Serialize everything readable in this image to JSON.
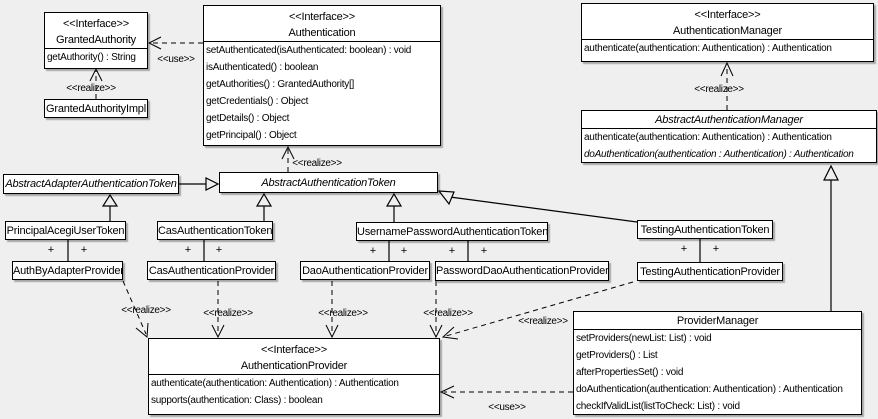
{
  "edge_labels": {
    "use": "&lt;&lt;use&gt;&gt;",
    "realize": "&lt;&lt;realize&gt;&gt;",
    "plus": "+"
  },
  "colors": {
    "background": "#efefef",
    "box_fill": "#ffffff",
    "box_border": "#000000",
    "text": "#000000"
  },
  "classes": {
    "granted_authority": {
      "stereotype": "<<Interface>>",
      "name": "GrantedAuthority",
      "methods": [
        "getAuthority() : String"
      ]
    },
    "granted_authority_impl": {
      "name": "GrantedAuthorityImpl"
    },
    "authentication": {
      "stereotype": "<<Interface>>",
      "name": "Authentication",
      "methods": [
        "setAuthenticated(isAuthenticated: boolean) : void",
        "isAuthenticated() : boolean",
        "getAuthorities() : GrantedAuthority[]",
        "getCredentials() : Object",
        "getDetails() : Object",
        "getPrincipal() : Object"
      ]
    },
    "authentication_manager": {
      "stereotype": "<<Interface>>",
      "name": "AuthenticationManager",
      "methods": [
        "authenticate(authentication: Authentication) : Authentication"
      ]
    },
    "abstract_authentication_manager": {
      "name": "AbstractAuthenticationManager",
      "methods": [
        "authenticate(authentication: Authentication) : Authentication",
        "doAuthentication(authentication : Authentication) : Authentication"
      ]
    },
    "abstract_adapter_authentication_token": {
      "name": "AbstractAdapterAuthenticationToken"
    },
    "abstract_authentication_token": {
      "name": "AbstractAuthenticationToken"
    },
    "principal_acegi_user_token": {
      "name": "PrincipalAcegiUserToken"
    },
    "cas_authentication_token": {
      "name": "CasAuthenticationToken"
    },
    "username_password_authentication_token": {
      "name": "UsernamePasswordAuthenticationToken"
    },
    "testing_authentication_token": {
      "name": "TestingAuthenticationToken"
    },
    "auth_by_adapter_provider": {
      "name": "AuthByAdapterProvider"
    },
    "cas_authentication_provider": {
      "name": "CasAuthenticationProvider"
    },
    "dao_authentication_provider": {
      "name": "DaoAuthenticationProvider"
    },
    "password_dao_authentication_provider": {
      "name": "PasswordDaoAuthenticationProvider"
    },
    "testing_authentication_provider": {
      "name": "TestingAuthenticationProvider"
    },
    "authentication_provider": {
      "stereotype": "<<Interface>>",
      "name": "AuthenticationProvider",
      "methods": [
        "authenticate(authentication: Authentication) : Authentication",
        "supports(authentication: Class) : boolean"
      ]
    },
    "provider_manager": {
      "name": "ProviderManager",
      "methods": [
        "setProviders(newList: List) : void",
        "getProviders() : List",
        "afterPropertiesSet() : void",
        "doAuthentication(authentication: Authentication) : Authentication",
        "checkIfValidList(listToCheck: List) : void"
      ]
    }
  }
}
